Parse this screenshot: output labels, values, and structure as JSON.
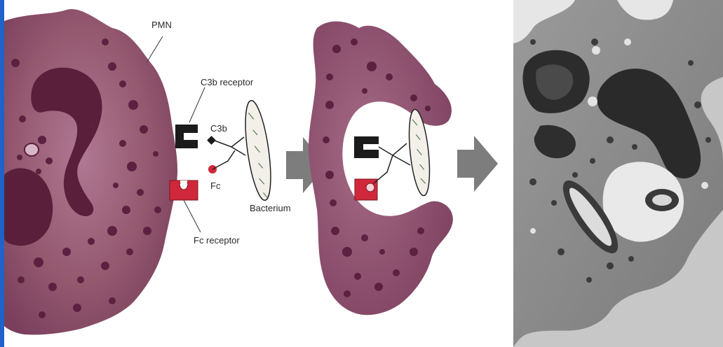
{
  "labels": {
    "pmn": "PMN",
    "c3b_receptor": "C3b receptor",
    "c3b": "C3b",
    "fc": "Fc",
    "bacterium": "Bacterium",
    "fc_receptor": "Fc receptor"
  },
  "colors": {
    "left_border": "#1f62c8",
    "cell_body": "#8a4f6c",
    "cell_highlight": "#b07892",
    "nucleus": "#5a1f3a",
    "granule": "#5c2140",
    "c3b_receptor": "#1b1b1b",
    "fc_receptor": "#d0283a",
    "arrow": "#7d7d7d",
    "micrograph_bg": "#8d8d8d"
  },
  "icons": {
    "arrow_1": "right-arrow-icon",
    "arrow_2": "right-arrow-icon"
  }
}
